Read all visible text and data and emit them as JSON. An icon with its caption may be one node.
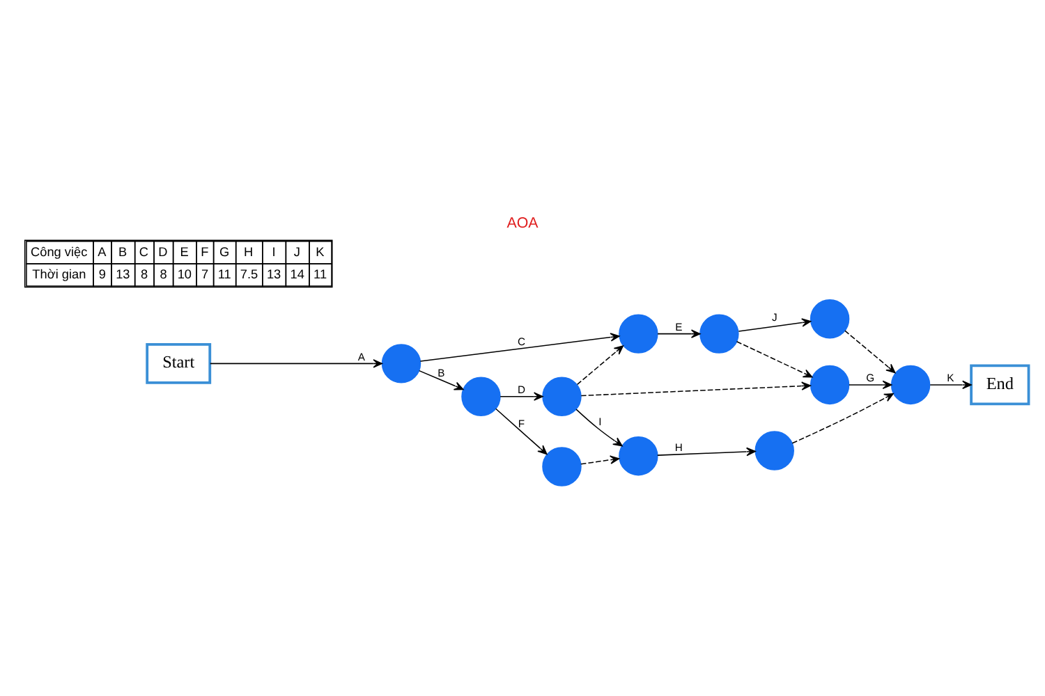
{
  "diagram": {
    "title": "AOA",
    "nodes": [
      {
        "text": [
          "Start"
        ]
      },
      {
        "text": [],
        "shape": "circle"
      },
      {
        "text": [],
        "shape": "circle"
      },
      {
        "text": [],
        "shape": "circle"
      },
      {
        "text": [],
        "shape": "circle"
      },
      {
        "text": [],
        "shape": "circle"
      },
      {
        "text": [],
        "shape": "circle"
      },
      {
        "text": [],
        "shape": "circle"
      },
      {
        "text": [],
        "shape": "circle"
      },
      {
        "text": [],
        "shape": "circle"
      },
      {
        "text": [],
        "shape": "circle"
      },
      {
        "text": [],
        "shape": "circle"
      },
      {
        "text": [
          "End"
        ]
      }
    ],
    "edges": [
      {
        "from": 0,
        "to": 1,
        "arrow": "to",
        "label": "A"
      },
      {
        "from": 1,
        "to": 4,
        "arrow": "to",
        "label": "C"
      },
      {
        "from": 1,
        "to": 2,
        "arrow": "to",
        "label": "B"
      },
      {
        "from": 4,
        "to": 7,
        "arrow": "to",
        "label": "E"
      },
      {
        "from": 7,
        "to": 10,
        "arrow": "to",
        "label": "J"
      },
      {
        "from": 2,
        "to": 5,
        "arrow": "to",
        "label": "D"
      },
      {
        "from": 2,
        "to": 3,
        "arrow": "to",
        "label": "F"
      },
      {
        "from": 5,
        "to": 4,
        "arrow": "to",
        "style": "dashed"
      },
      {
        "from": 5,
        "to": 9,
        "arrow": "to",
        "style": "dashed"
      },
      {
        "from": 7,
        "to": 9,
        "arrow": "to",
        "style": "dashed"
      },
      {
        "from": 5,
        "to": 6,
        "arrow": "to",
        "label": "I"
      },
      {
        "from": 3,
        "to": 6,
        "arrow": "to",
        "style": "dashed"
      },
      {
        "from": 6,
        "to": 8,
        "arrow": "to",
        "label": "H"
      },
      {
        "from": 10,
        "to": 11,
        "arrow": "to",
        "style": "dashed"
      },
      {
        "from": 9,
        "to": 11,
        "arrow": "to",
        "label": "G"
      },
      {
        "from": 8,
        "to": 11,
        "arrow": "to",
        "style": "dashed"
      },
      {
        "from": 11,
        "to": 12,
        "arrow": "to",
        "label": "K"
      }
    ],
    "labels": [
      "Công việc",
      "A",
      "B",
      "C",
      "D",
      "E",
      "F",
      "G",
      "H",
      "I",
      "J",
      "K",
      "Thời gian",
      "9",
      "13",
      "8",
      "8",
      "10",
      "7",
      "11",
      "7.5",
      "13",
      "14",
      "11"
    ]
  }
}
